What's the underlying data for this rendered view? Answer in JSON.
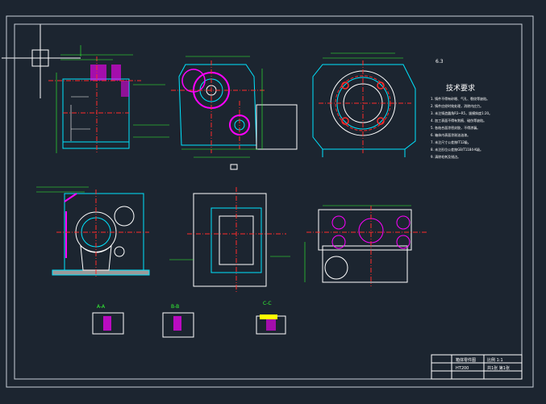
{
  "drawing": {
    "tech_title": "技术要求",
    "tech_notes": [
      "1. 铸件不得有砂眼、气孔、裂纹等缺陷。",
      "2. 铸件应经时效处理，消除内应力。",
      "3. 未注铸造圆角R3~R5，拔模斜度1:20。",
      "4. 加工表面不得有划痕、碰伤等缺陷。",
      "5. 各结合面涂密封胶，不得渗漏。",
      "6. 箱体内表面涂耐油油漆。",
      "7. 未注尺寸公差按IT12级。",
      "8. 未注形位公差按GB/T1184-K级。",
      "9. 清除毛刺及锐边。"
    ],
    "roughness_mark": "6.3",
    "title_block": {
      "part_name": "箱体零件图",
      "scale_label": "比例 1:1",
      "sheet_label": "共1张 第1张",
      "material": "HT200"
    },
    "section_labels": [
      "A-A",
      "B-B",
      "C-C"
    ]
  },
  "colors": {
    "background": "#1c2530",
    "frame": "#ffffff",
    "outline_cyan": "#00e5ff",
    "centerline_red": "#ff2a2a",
    "hidden_magenta": "#ff00ff",
    "dimension_green": "#33ff33",
    "hatch_yellow": "#ffff00"
  }
}
